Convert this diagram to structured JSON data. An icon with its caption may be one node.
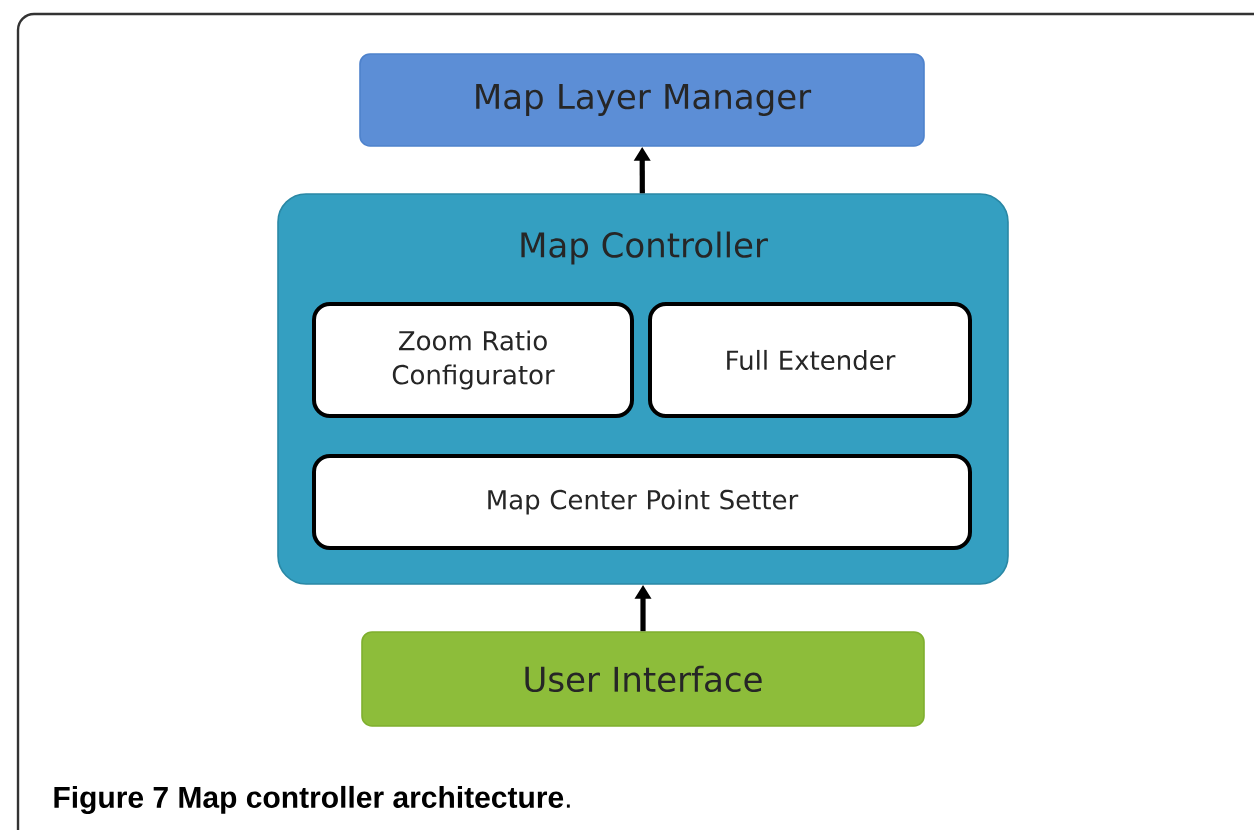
{
  "diagram": {
    "caption": "**Figure 7 Map controller architecture**.",
    "nodes": [
      {
        "text": [
          "Map Layer Manager"
        ]
      },
      {
        "text": [
          "Map Controller"
        ]
      },
      {
        "text": [
          "Zoom Ratio Configurator"
        ],
        "in": 1
      },
      {
        "text": [
          "Full Extender"
        ],
        "in": 1
      },
      {
        "text": [
          "Map Center Point Setter"
        ],
        "in": 1
      },
      {
        "text": [
          "User Interface"
        ]
      }
    ],
    "edges": [
      {
        "from": 1,
        "to": 0,
        "arrow": "to"
      },
      {
        "from": 5,
        "to": 1,
        "arrow": "to"
      }
    ]
  }
}
